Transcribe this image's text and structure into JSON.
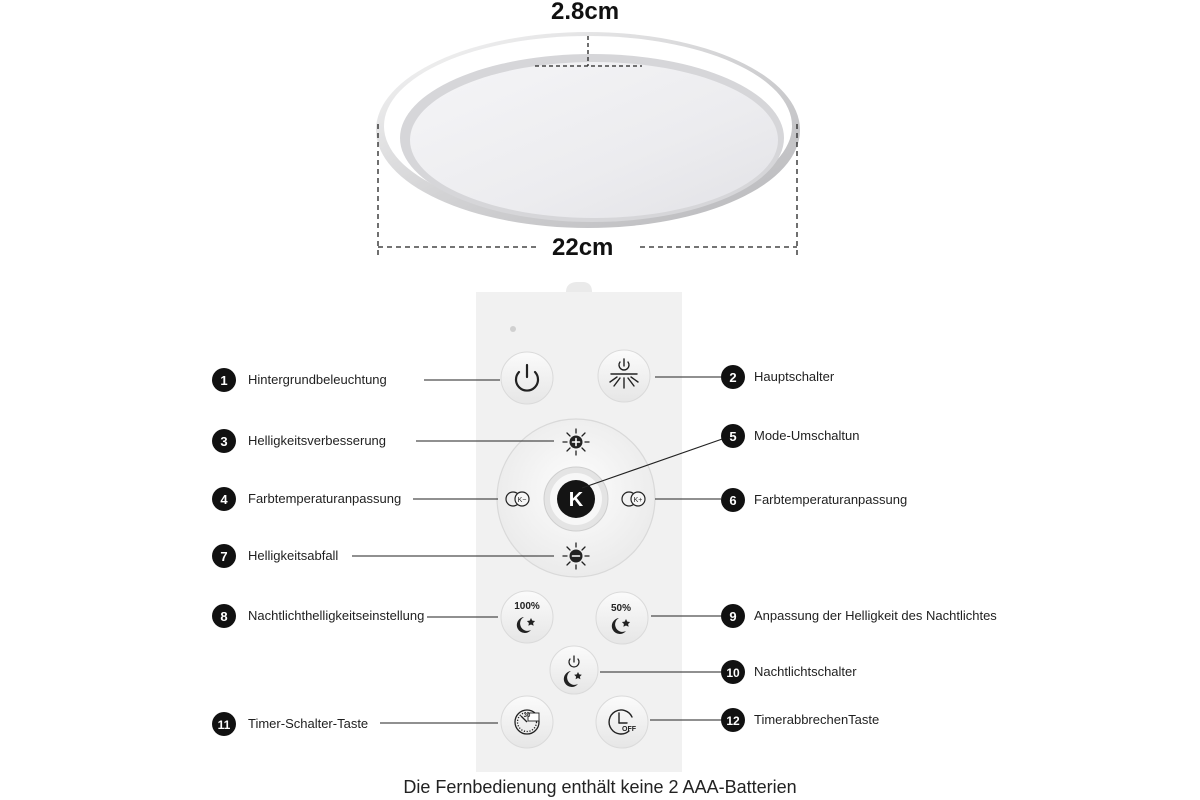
{
  "dimensions": {
    "height_label": "2.8cm",
    "width_label": "22cm"
  },
  "remote": {
    "center_key_letter": "K",
    "nightlight_100_text": "100%",
    "nightlight_50_text": "50%",
    "timer_30_text": "30",
    "timer_off_text": "OFF"
  },
  "callouts": [
    {
      "number": "1",
      "label": "Hintergrundbeleuchtung"
    },
    {
      "number": "2",
      "label": "Hauptschalter"
    },
    {
      "number": "3",
      "label": "Helligkeitsverbesserung"
    },
    {
      "number": "4",
      "label": "Farbtemperaturanpassung"
    },
    {
      "number": "5",
      "label": "Mode-Umschaltun"
    },
    {
      "number": "6",
      "label": "Farbtemperaturanpassung"
    },
    {
      "number": "7",
      "label": "Helligkeitsabfall"
    },
    {
      "number": "8",
      "label": "Nachtlichthelligkeitseinstellung"
    },
    {
      "number": "9",
      "label": "Anpassung der Helligkeit des Nachtlichtes"
    },
    {
      "number": "10",
      "label": "Nachtlichtschalter"
    },
    {
      "number": "11",
      "label": "Timer-Schalter-Taste"
    },
    {
      "number": "12",
      "label": "TimerabbrechenTaste"
    }
  ],
  "caption": "Die Fernbedienung enthält keine 2 AAA-Batterien",
  "colors": {
    "badge": "#111111",
    "remote_body": "#f2f2f2",
    "lamp_ring": "#dcdcdc",
    "lamp_face": "#f4f4f6"
  }
}
